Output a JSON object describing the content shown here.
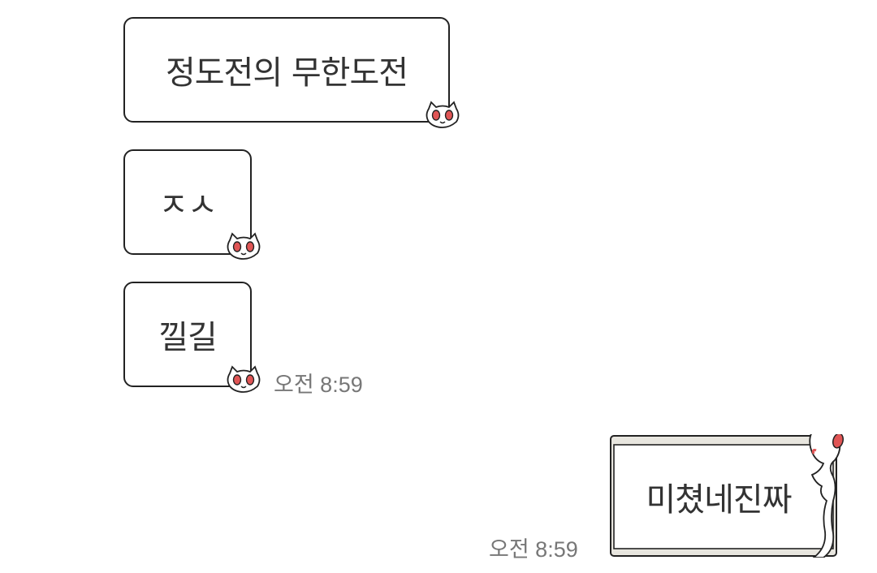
{
  "chat": {
    "received": [
      {
        "text": "정도전의 무한도전"
      },
      {
        "text": "ㅈㅅ"
      },
      {
        "text": "낄길"
      }
    ],
    "received_time": "오전 8:59",
    "sent": [
      {
        "text": "미쳤네진짜"
      }
    ],
    "sent_time": "오전 8:59"
  },
  "colors": {
    "bubble_border": "#222222",
    "text": "#333333",
    "timestamp": "#777777",
    "cat_eye": "#e05555",
    "sent_frame_shade": "#e8e6df"
  },
  "icons": {
    "bubble_decoration": "cat-face-icon",
    "sent_decoration": "cat-peeking-icon"
  }
}
